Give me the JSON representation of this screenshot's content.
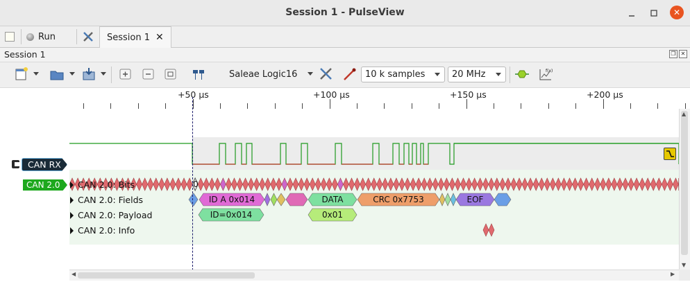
{
  "window": {
    "title": "Session 1 - PulseView"
  },
  "tabs": {
    "run_label": "Run",
    "session_tab_label": "Session 1"
  },
  "session": {
    "label": "Session 1"
  },
  "toolbar": {
    "device": "Saleae Logic16",
    "samples": "10 k samples",
    "samplerate": "20 MHz"
  },
  "ruler": {
    "labels": [
      "+50 µs",
      "+100 µs",
      "+150 µs",
      "+200 µs"
    ]
  },
  "channels": {
    "logic": {
      "name": "CAN RX",
      "color": "#1f9a1f"
    },
    "decoder": {
      "name": "CAN 2.0",
      "color": "#1ea81e"
    }
  },
  "annotation_rows": [
    {
      "label": "CAN 2.0: Bits"
    },
    {
      "label": "CAN 2.0: Fields"
    },
    {
      "label": "CAN 2.0: Payload"
    },
    {
      "label": "CAN 2.0: Info"
    }
  ],
  "annotations": {
    "bits_start_text": "0",
    "fields": [
      "ID A 0x014",
      "DATA",
      "CRC 0x7753",
      "EOF"
    ],
    "payload": [
      "ID=0x014",
      "0x01"
    ]
  },
  "colors": {
    "bits": "#e06a6e",
    "bits_alt": "#cc66cc",
    "id": "#e06ad6",
    "data": "#7ee0a0",
    "crc": "#ee9e6a",
    "eof": "#9a78e0",
    "blue": "#6a9ee6",
    "accent_close": "#e95420"
  }
}
